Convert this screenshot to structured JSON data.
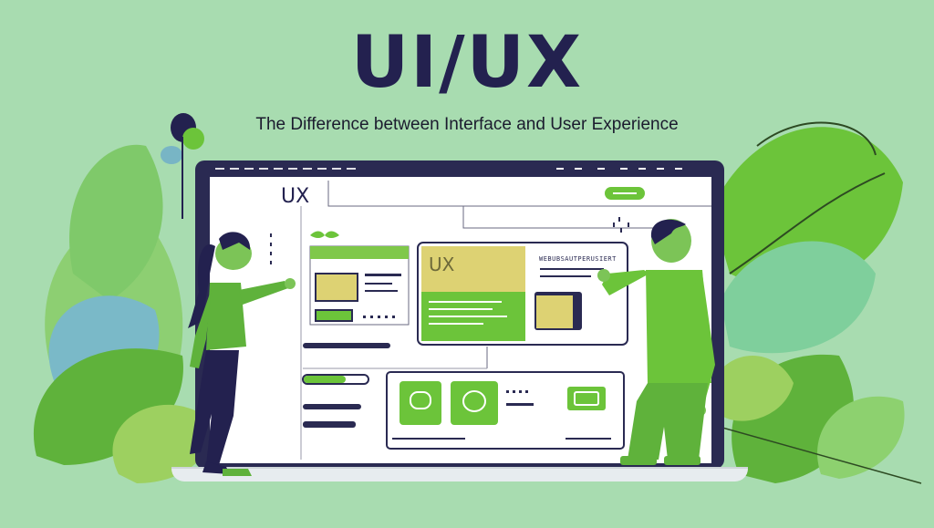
{
  "heading": {
    "title": "UI/UX",
    "subtitle": "The Difference between Interface and User Experience"
  },
  "screen": {
    "label": "UX",
    "card_label": "UX",
    "card_heading": "WEBUBSAUTPERUSIERT"
  },
  "colors": {
    "background": "#a8dcb0",
    "navy": "#23214f",
    "green": "#6cc43a",
    "yellow": "#ddd273"
  }
}
